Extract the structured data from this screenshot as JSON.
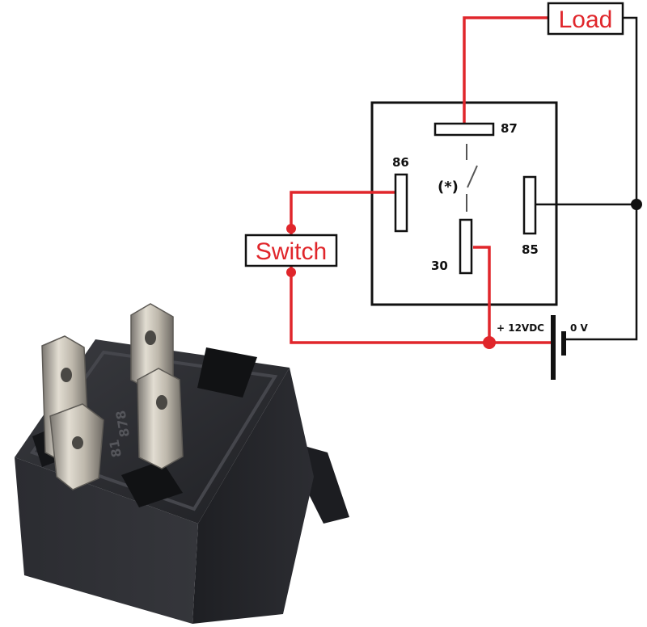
{
  "labels": {
    "load": "Load",
    "switch": "Switch",
    "pin_87": "87",
    "pin_86": "86",
    "pin_85": "85",
    "pin_30": "30",
    "switch_symbol": "(*)",
    "supply_positive": "+ 12VDC",
    "supply_ground": "0 V"
  },
  "relay_body_text": [
    "81",
    "878"
  ],
  "colors": {
    "load_circuit": "#e0262b",
    "control_wire": "#111111",
    "relay_body": "#26272b"
  }
}
